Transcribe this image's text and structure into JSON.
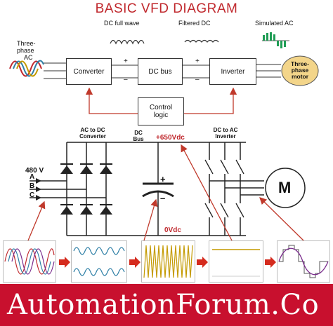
{
  "title": "BASIC VFD DIAGRAM",
  "top": {
    "input_label_1": "Three-",
    "input_label_2": "phase",
    "input_label_3": "AC",
    "signal_dc_full_wave": "DC full wave",
    "signal_filtered_dc": "Filtered DC",
    "signal_simulated_ac": "Simulated AC",
    "block_converter": "Converter",
    "block_dc_bus": "DC bus",
    "block_inverter": "Inverter",
    "block_control_1": "Control",
    "block_control_2": "logic",
    "motor_1": "Three-",
    "motor_2": "phase",
    "motor_3": "motor",
    "plus": "+",
    "minus": "–"
  },
  "circuit": {
    "converter_1": "AC to DC",
    "converter_2": "Converter",
    "bus_1": "DC",
    "bus_2": "Bus",
    "inverter_1": "DC to AC",
    "inverter_2": "Inverter",
    "voltage_top": "+650Vdc",
    "voltage_bottom": "0Vdc",
    "supply": "480 V",
    "phase_a": "A",
    "phase_b": "B",
    "phase_c": "C",
    "cap_plus": "+",
    "cap_minus": "–",
    "motor": "M"
  },
  "banner": "AutomationForum.Co",
  "colors": {
    "title": "#c0282d",
    "arrow": "#c0392b",
    "banner": "#c8102e",
    "wave_purple": "#7b2d8e",
    "wave_teal": "#2e7fa6",
    "wave_gold": "#c49a00",
    "wave_green": "#1f9d55"
  }
}
